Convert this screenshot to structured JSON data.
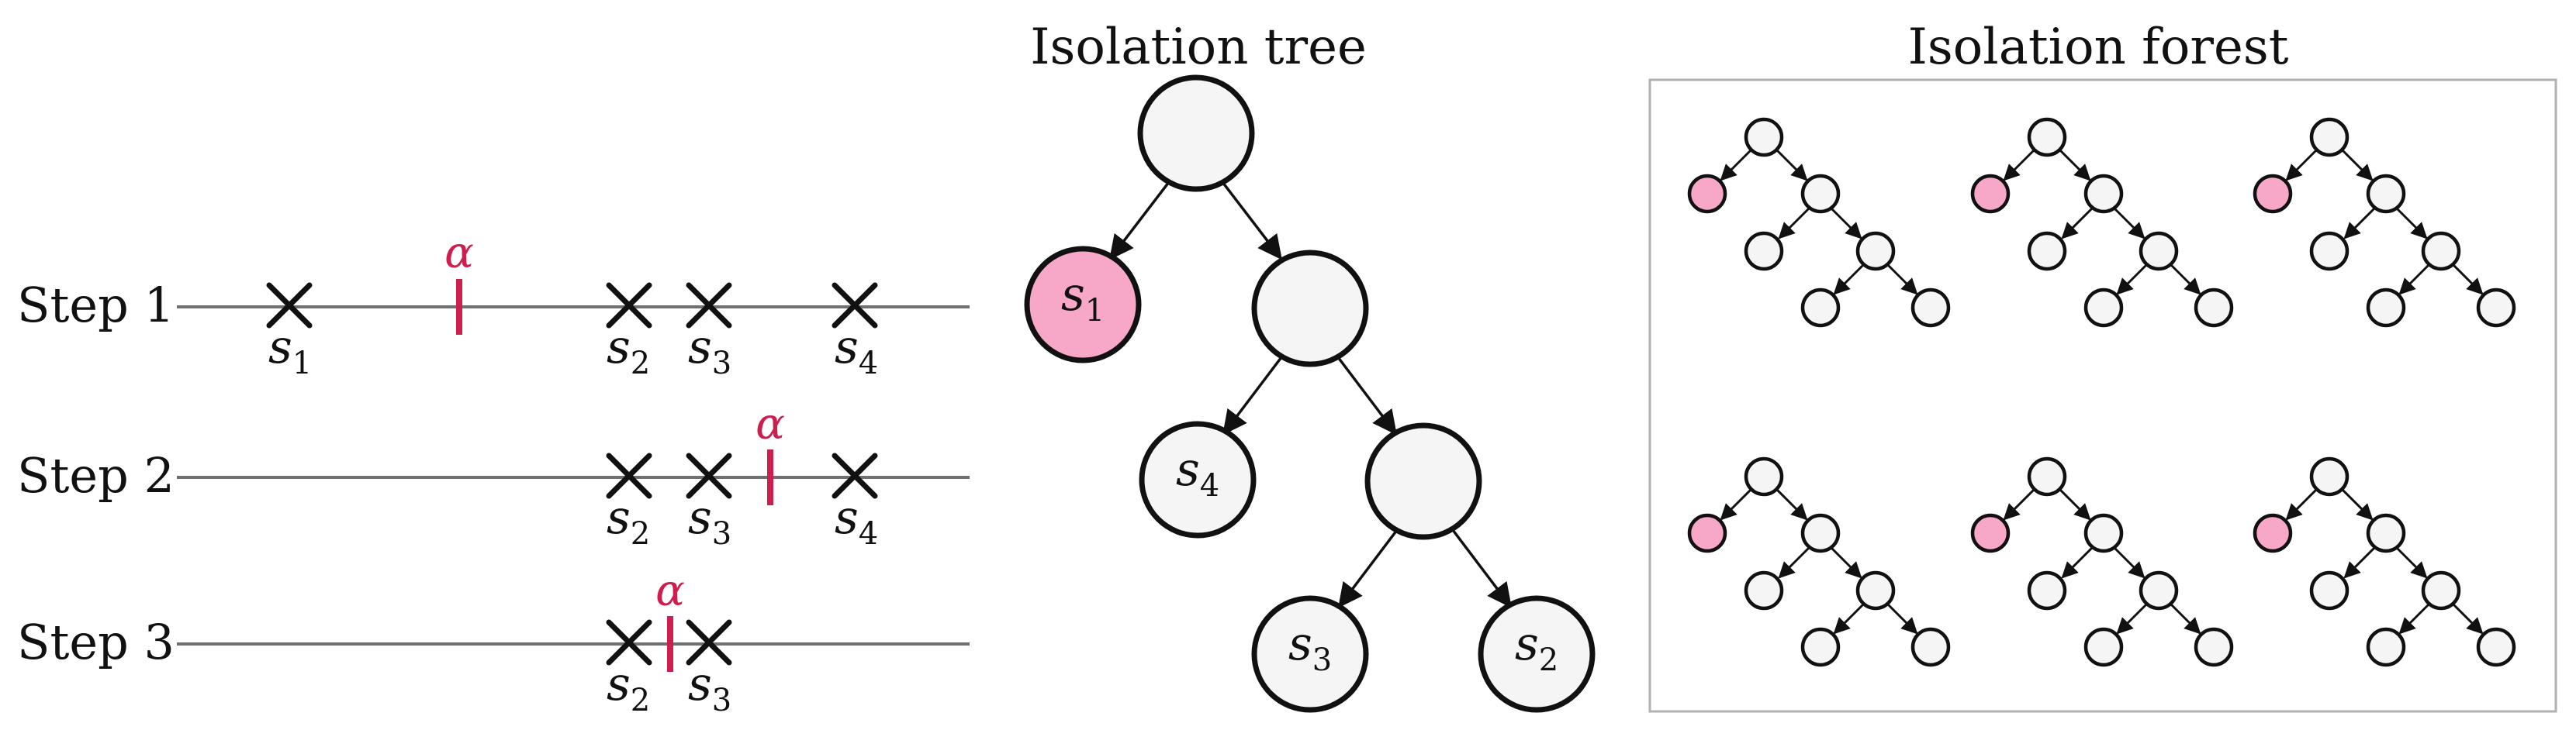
{
  "colors": {
    "alpha": "#cc1f4d",
    "highlight": "#f7a8c8",
    "node_fill": "#f5f5f5",
    "line": "#707070",
    "ink": "#111111"
  },
  "steps": {
    "step1": {
      "label": "Step 1"
    },
    "step2": {
      "label": "Step 2"
    },
    "step3": {
      "label": "Step 3"
    }
  },
  "alpha_symbol": "α",
  "points": {
    "s1": {
      "base": "s",
      "sub": "1"
    },
    "s2": {
      "base": "s",
      "sub": "2"
    },
    "s3": {
      "base": "s",
      "sub": "3"
    },
    "s4": {
      "base": "s",
      "sub": "4"
    }
  },
  "tree": {
    "title": "Isolation tree",
    "highlighted_leaf": "s1"
  },
  "forest": {
    "title": "Isolation forest",
    "tree_count": 6
  }
}
